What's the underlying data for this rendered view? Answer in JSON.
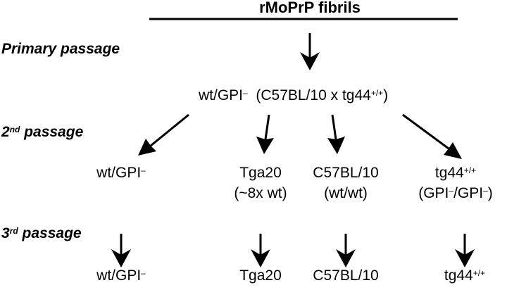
{
  "header": {
    "title": "rMoPrP fibrils"
  },
  "stages": {
    "primary": "Primary passage",
    "second_num": "2",
    "second_sup": "nd",
    "second_rest": " passage",
    "third_num": "3",
    "third_sup": "rd",
    "third_rest": " passage"
  },
  "primary_node": {
    "main": "wt/GPI",
    "main_sup": "–",
    "cross_prefix": "(C57BL/10 x tg44",
    "cross_sup": "+/+",
    "cross_suffix": ")"
  },
  "second_nodes": [
    {
      "name": "wt/GPI",
      "name_sup": "–"
    },
    {
      "name": "Tga20",
      "sub": "(~8x wt)"
    },
    {
      "name": "C57BL/10",
      "sub": "(wt/wt)"
    },
    {
      "name": "tg44",
      "name_sup": "+/+",
      "sub_a": "(GPI",
      "sub_sup1": "–",
      "sub_b": "/GPI",
      "sub_sup2": "–",
      "sub_c": ")"
    }
  ],
  "third_nodes": [
    {
      "name": "wt/GPI",
      "name_sup": "–"
    },
    {
      "name": "Tga20"
    },
    {
      "name": "C57BL/10"
    },
    {
      "name": "tg44",
      "name_sup": "+/+"
    }
  ]
}
